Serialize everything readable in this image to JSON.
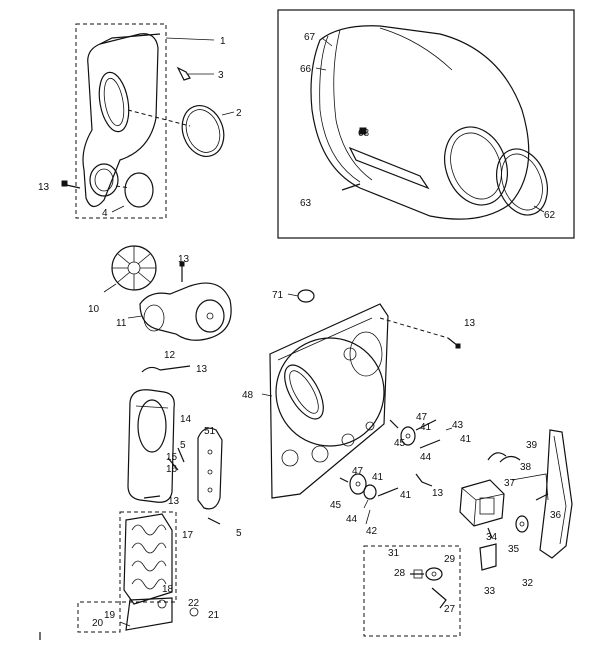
{
  "labels": {
    "l1": "1",
    "l2": "2",
    "l3": "3",
    "l4": "4",
    "l13a": "13",
    "l67": "67",
    "l66": "66",
    "l68": "68",
    "l63": "63",
    "l62": "62",
    "l10": "10",
    "l11": "11",
    "l13b": "13",
    "l71": "71",
    "l13c": "13",
    "l12": "12",
    "l13d": "13",
    "l48": "48",
    "l14": "14",
    "l5a": "5",
    "l15": "15",
    "l51": "51",
    "l16": "16",
    "l13e": "13",
    "l5b": "5",
    "l17": "17",
    "l18": "18",
    "l19": "19",
    "l20": "20",
    "l22": "22",
    "l21": "21",
    "l47a": "47",
    "l41a": "41",
    "l43": "43",
    "l45a": "45",
    "l44a": "44",
    "l41b": "41",
    "l39": "39",
    "l47b": "47",
    "l41c": "41",
    "l38": "38",
    "l45b": "45",
    "l44b": "44",
    "l42": "42",
    "l41d": "41",
    "l13f": "13",
    "l37": "37",
    "l34": "34",
    "l35": "35",
    "l36": "36",
    "l32": "32",
    "l33": "33",
    "l31": "31",
    "l29": "29",
    "l28": "28",
    "l27": "27"
  }
}
